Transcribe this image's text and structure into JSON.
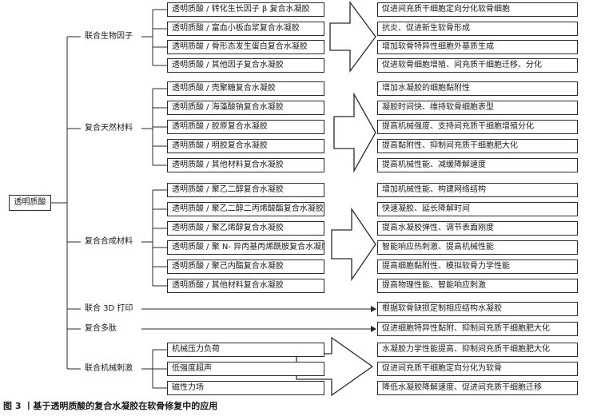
{
  "root": "透明质酸",
  "groups": [
    {
      "label": "联合生物因子",
      "items": [
        "透明质酸 / 转化生长因子 β 复合水凝胶",
        "透明质酸 / 富血小板血浆复合水凝胶",
        "透明质酸 / 骨形态发生蛋白复合水凝胶",
        "透明质酸 / 其他因子复合水凝胶"
      ],
      "outcomes": [
        "促进间充质干细胞定向分化软骨细胞",
        "抗炎、促进新生软骨形成",
        "增加软骨特异性细胞外基质生成",
        "促进软骨细胞增殖、间充质干细胞迁移、分化"
      ]
    },
    {
      "label": "复合天然材料",
      "items": [
        "透明质酸 / 壳聚糖复合水凝胶",
        "透明质酸 / 海藻酸钠复合水凝胶",
        "透明质酸 / 胶原复合水凝胶",
        "透明质酸 / 明胶复合水凝胶",
        "透明质酸 / 其他材料复合水凝胶"
      ],
      "outcomes": [
        "增加水凝胶的细胞黏附性",
        "凝胶时间快、维持软骨细胞表型",
        "提高机械强度、支持间充质干细胞增殖分化",
        "提高黏附性、抑制间充质干细胞肥大化",
        "提高机械性能、减缓降解速度"
      ]
    },
    {
      "label": "复合合成材料",
      "items": [
        "透明质酸 / 聚乙二醇复合水凝胶",
        "透明质酸 / 聚乙二醇二丙烯酸酯复合水凝胶",
        "透明质酸 / 聚乙烯醇复合水凝胶",
        "透明质酸 / 聚 N- 异丙基丙烯酰胺复合水凝胶",
        "透明质酸 / 聚己内酯复合水凝胶",
        "透明质酸 / 其他材料复合水凝胶"
      ],
      "outcomes": [
        "增加机械性能、构建网络结构",
        "快速凝胶、延长降解时间",
        "提高水凝胶弹性、调节表面刚度",
        "智能响应热刺激、提高机械性能",
        "提高细胞黏附性、模拟软骨力学性能",
        "提高物理性能、智能响应刺激"
      ]
    },
    {
      "label": "联合 3D 打印",
      "items": [],
      "outcomes": [
        "根据软骨缺损定制相应结构水凝胶"
      ]
    },
    {
      "label": "复合多肽",
      "items": [],
      "outcomes": [
        "促进细胞特异性黏附、抑制间充质干细胞肥大化"
      ]
    },
    {
      "label": "联合机械刺激",
      "items": [
        "机械压力负荷",
        "低强度超声",
        "磁性力场"
      ],
      "outcomes": [
        "水凝胶力学性能提高、抑制间充质干细胞肥大化",
        "促进间充质干细胞定向分化为软骨",
        "降低水凝胶降解速度、促进间充质干细胞迁移"
      ]
    }
  ],
  "caption": "图 3 丨基于透明质酸的复合水凝胶在软骨修复中的应用"
}
